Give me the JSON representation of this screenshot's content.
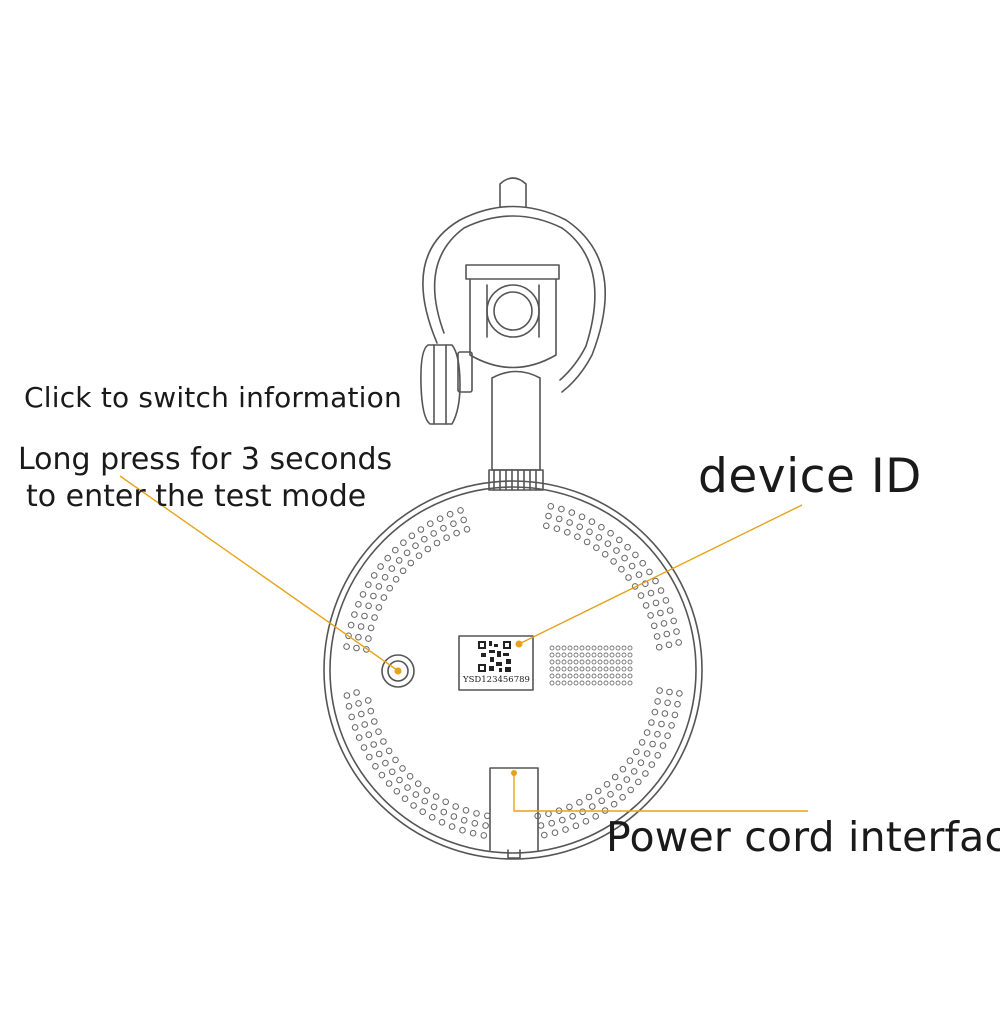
{
  "diagram": {
    "labels": {
      "click_switch": "Click to switch information",
      "long_press_line1": "Long press for 3 seconds",
      "long_press_line2": "to enter the test mode",
      "device_id": "device ID",
      "power_cord": "Power cord interface"
    },
    "id_sticker_text": "YSD123456789",
    "colors": {
      "outline": "#555555",
      "leader_line": "#e6a21a",
      "text": "#1a1a1a",
      "background": "#ffffff"
    }
  }
}
